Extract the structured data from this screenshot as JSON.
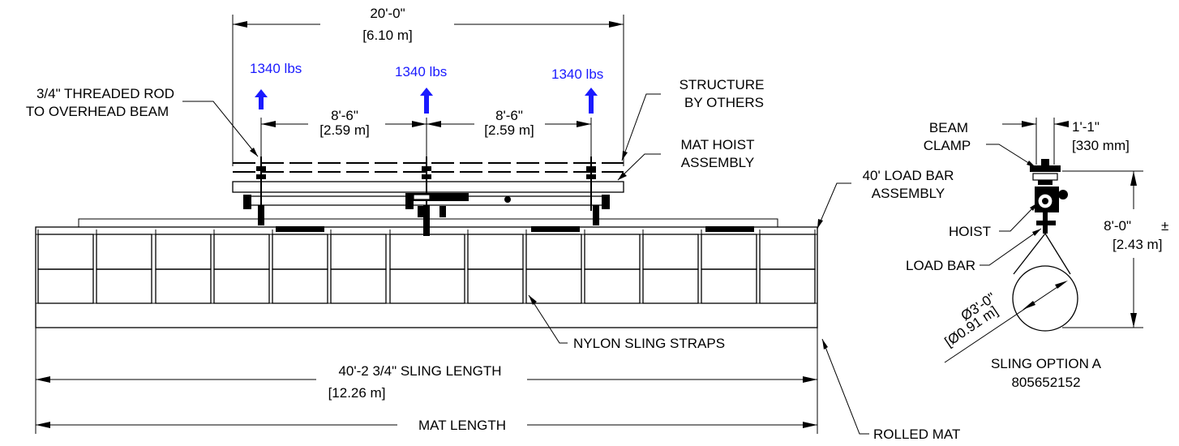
{
  "dimensions": {
    "top_span_ft": "20'-0\"",
    "top_span_m": "[6.10 m]",
    "spacing_left_ft": "8'-6\"",
    "spacing_left_m": "[2.59 m]",
    "spacing_right_ft": "8'-6\"",
    "spacing_right_m": "[2.59 m]",
    "sling_length_ft": "40'-2 3/4\" SLING LENGTH",
    "sling_length_m": "[12.26 m]",
    "mat_length": "MAT LENGTH",
    "clamp_width_ft": "1'-1\"",
    "clamp_width_mm": "[330 mm]",
    "height_ft": "8'-0\"",
    "height_pm": "±",
    "height_m": "[2.43 m]",
    "diameter_ft": "Ø3'-0\"",
    "diameter_m": "[Ø0.91 m]"
  },
  "loads": [
    {
      "label": "1340 lbs"
    },
    {
      "label": "1340 lbs"
    },
    {
      "label": "1340 lbs"
    }
  ],
  "callouts": {
    "threaded_rod_1": "3/4\" THREADED ROD",
    "threaded_rod_2": "TO OVERHEAD BEAM",
    "structure_1": "STRUCTURE",
    "structure_2": "BY OTHERS",
    "mat_hoist_1": "MAT HOIST",
    "mat_hoist_2": "ASSEMBLY",
    "load_bar_assembly_1": "40' LOAD BAR",
    "load_bar_assembly_2": "ASSEMBLY",
    "nylon_sling": "NYLON SLING STRAPS",
    "rolled_mat": "ROLLED MAT",
    "beam_clamp_1": "BEAM",
    "beam_clamp_2": "CLAMP",
    "hoist": "HOIST",
    "load_bar": "LOAD BAR",
    "sling_option": "SLING OPTION A",
    "part_number": "805652152"
  }
}
